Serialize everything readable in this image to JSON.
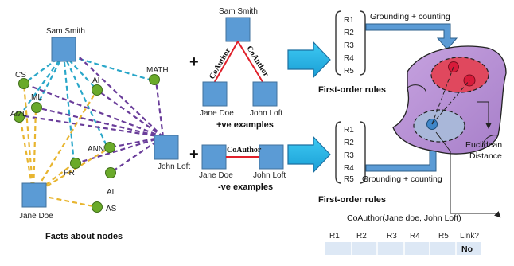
{
  "graph": {
    "caption": "Facts about nodes",
    "nodes": {
      "sam_smith": "Sam Smith",
      "john_loft": "John Loft",
      "jane_doe": "Jane Doe",
      "cs": "CS",
      "aml": "AML",
      "ml": "ML",
      "ai": "AI",
      "math": "MATH",
      "ann": "ANN",
      "pr": "PR",
      "al": "AL",
      "as": "AS"
    },
    "colors": {
      "sam_smith_edges": "#2aa7c9",
      "john_loft_edges": "#6a3d9a",
      "jane_doe_edges": "#e8b52f",
      "node_square": "#5b9bd5",
      "node_circle": "#6aaa2a"
    }
  },
  "examples": {
    "plus_symbol": "+",
    "positive": {
      "top": "Sam Smith",
      "left": "Jane Doe",
      "right": "John Loft",
      "edge_left": "CoAuthor",
      "edge_right": "CoAuthor",
      "caption": "+ve examples"
    },
    "negative": {
      "left": "Jane Doe",
      "right": "John Loft",
      "edge": "CoAuthor",
      "caption": "-ve examples"
    }
  },
  "rules": {
    "top": [
      "R1",
      "R2",
      "R3",
      "R4",
      "R5"
    ],
    "bottom": [
      "R1",
      "R2",
      "R3",
      "R4",
      "R5"
    ],
    "caption_top": "First-order rules",
    "caption_bottom": "First-order rules",
    "grounding_top": "Grounding + counting",
    "grounding_bottom": "Grounding + counting"
  },
  "embedding": {
    "distance_line1": "Euclidean",
    "distance_line2": "Distance",
    "query": "CoAuthor(Jane doe, John Loft)"
  },
  "feature_table": {
    "headers": [
      "R1",
      "R2",
      "R3",
      "R4",
      "R5",
      "Link?"
    ],
    "row": [
      "",
      "",
      "",
      "",
      "",
      "No"
    ]
  }
}
